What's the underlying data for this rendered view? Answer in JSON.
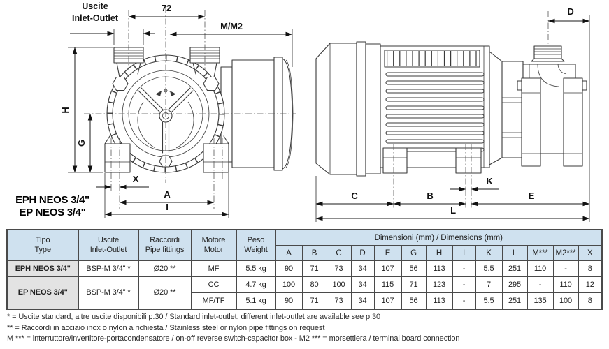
{
  "colors": {
    "header_bg": "#cfe1ef",
    "type_column_bg": "#e3e3e3",
    "grid_border": "#4a4a4a",
    "drawing_line": "#3a3a3a"
  },
  "front_view": {
    "port_label_line1": "Uscite",
    "port_label_line2": "Inlet-Outlet",
    "dims": {
      "ports": "72",
      "m": "M/M2",
      "h": "H",
      "g": "G",
      "x": "X",
      "a": "A",
      "i": "I"
    },
    "model_lines": [
      "EPH NEOS 3/4\"",
      "EP NEOS 3/4\""
    ]
  },
  "side_view": {
    "dims": {
      "d": "D",
      "c": "C",
      "b": "B",
      "k": "K",
      "e": "E",
      "l": "L"
    }
  },
  "table": {
    "headers": {
      "type_it": "Tipo",
      "type_en": "Type",
      "inlet_it": "Uscite",
      "inlet_en": "Inlet-Outlet",
      "fittings_it": "Raccordi",
      "fittings_en": "Pipe fittings",
      "motor_it": "Motore",
      "motor_en": "Motor",
      "weight_it": "Peso",
      "weight_en": "Weight",
      "dimensions": "Dimensioni (mm) / Dimensions (mm)"
    },
    "dim_cols": [
      "A",
      "B",
      "C",
      "D",
      "E",
      "G",
      "H",
      "I",
      "K",
      "L",
      "M***",
      "M2***",
      "X"
    ],
    "rows": [
      {
        "type": "EPH NEOS 3/4\"",
        "inlet": "BSP-M 3/4\" *",
        "fittings": "Ø20 **",
        "motor": "MF",
        "weight": "5.5 kg",
        "dims": [
          "90",
          "71",
          "73",
          "34",
          "107",
          "56",
          "113",
          "-",
          "5.5",
          "251",
          "110",
          "-",
          "8"
        ]
      },
      {
        "type": "EP NEOS 3/4\"",
        "inlet": "BSP-M 3/4\" *",
        "fittings": "Ø20 **",
        "motor": "CC",
        "weight": "4.7 kg",
        "dims": [
          "100",
          "80",
          "100",
          "34",
          "115",
          "71",
          "123",
          "-",
          "7",
          "295",
          "-",
          "110",
          "12"
        ]
      },
      {
        "motor": "MF/TF",
        "weight": "5.1 kg",
        "dims": [
          "90",
          "71",
          "73",
          "34",
          "107",
          "56",
          "113",
          "-",
          "5.5",
          "251",
          "135",
          "100",
          "8"
        ]
      }
    ]
  },
  "footnotes": [
    "* = Uscite standard, altre uscite disponibili p.30 / Standard inlet-outlet, different inlet-outlet are available see p.30",
    "** = Raccordi in acciaio inox o nylon a richiesta / Stainless steel or nylon pipe fittings on request",
    "M *** = interruttore/invertitore-portacondensatore / on-off reverse switch-capacitor box - M2 *** = morsettiera / terminal board connection"
  ]
}
